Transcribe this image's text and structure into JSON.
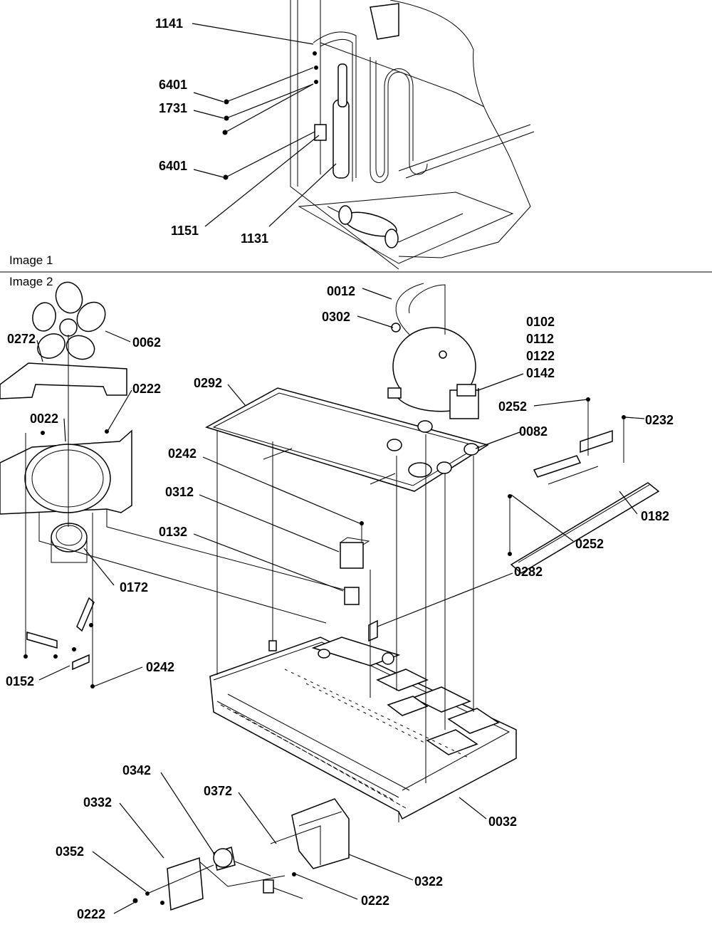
{
  "captions": {
    "image1": "Image 1",
    "image2": "Image 2"
  },
  "labels": {
    "p1141": "1141",
    "p6401a": "6401",
    "p1731": "1731",
    "p6401b": "6401",
    "p1151": "1151",
    "p1131": "1131",
    "p0012": "0012",
    "p0302": "0302",
    "p0102": "0102",
    "p0112": "0112",
    "p0122": "0122",
    "p0142": "0142",
    "p0272": "0272",
    "p0062": "0062",
    "p0222a": "0222",
    "p0292": "0292",
    "p0022": "0022",
    "p0252a": "0252",
    "p0232": "0232",
    "p0082": "0082",
    "p0242a": "0242",
    "p0312": "0312",
    "p0182": "0182",
    "p0252b": "0252",
    "p0132": "0132",
    "p0172": "0172",
    "p0282": "0282",
    "p0152": "0152",
    "p0242b": "0242",
    "p0342": "0342",
    "p0372": "0372",
    "p0332": "0332",
    "p0032": "0032",
    "p0352": "0352",
    "p0322": "0322",
    "p0222b": "0222",
    "p0222c": "0222"
  }
}
